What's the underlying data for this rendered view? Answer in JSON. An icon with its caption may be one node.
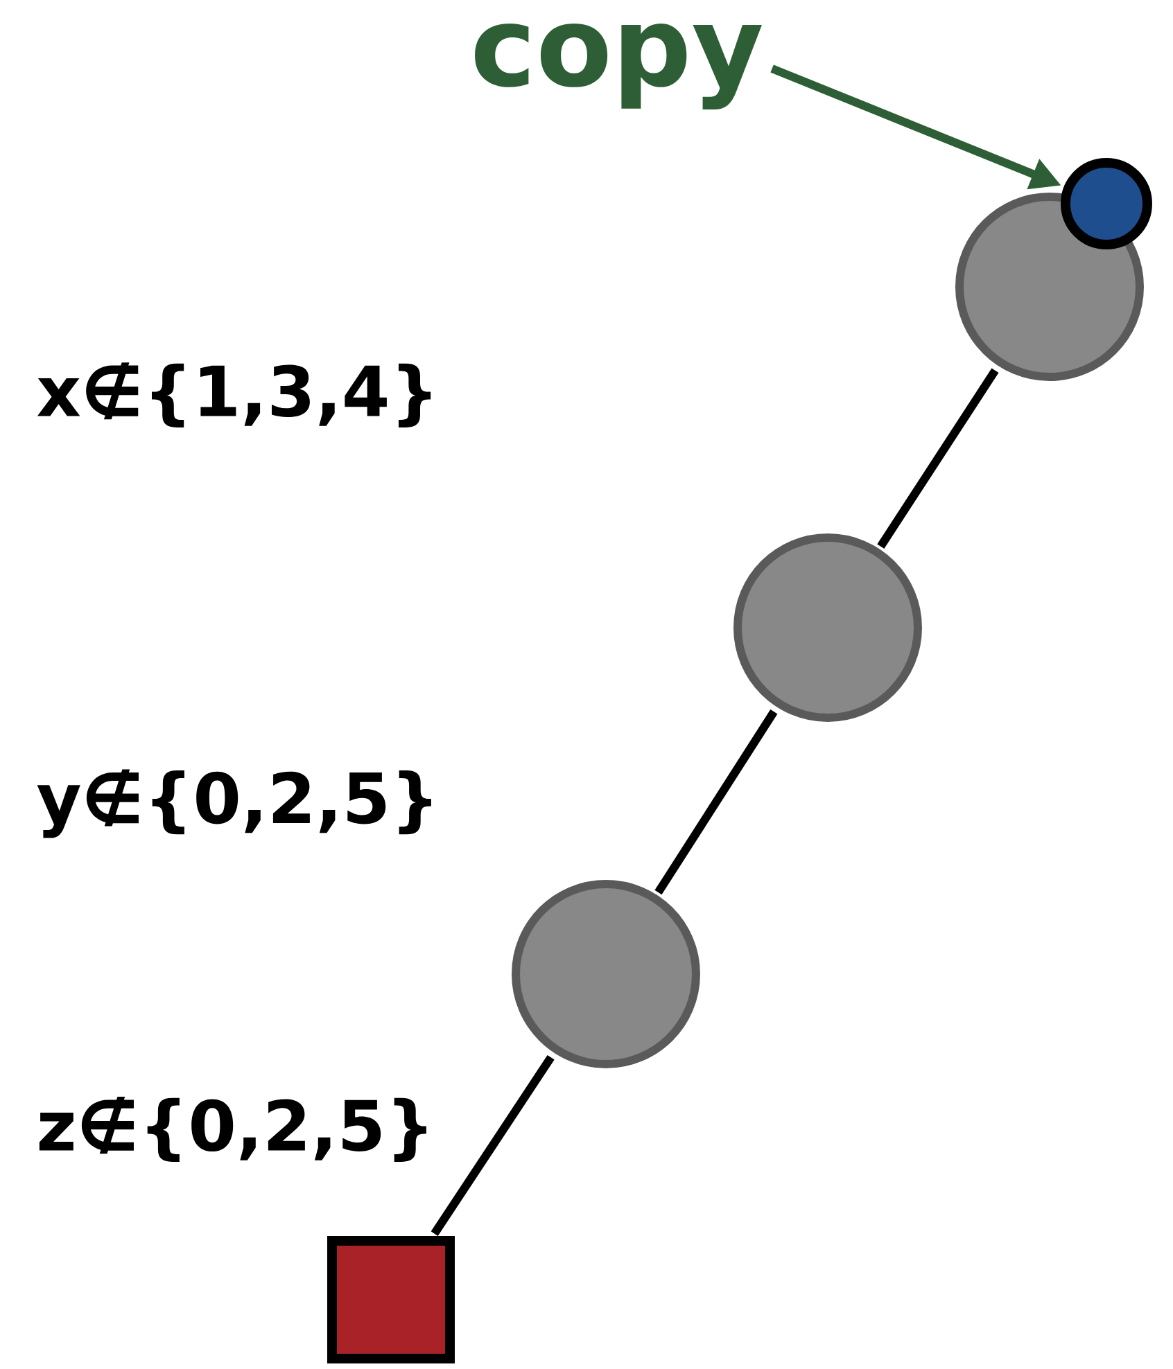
{
  "diagram": {
    "nodes": [
      {
        "text": [
          "copy"
        ]
      },
      {
        "text": [],
        "shape": "circle"
      },
      {
        "text": [],
        "shape": "circle"
      },
      {
        "text": [],
        "shape": "circle"
      },
      {
        "text": [],
        "shape": "circle"
      },
      {
        "text": [],
        "shape": "box"
      }
    ],
    "edges": [
      {
        "from": 0,
        "to": 1,
        "arrow": "to",
        "color": "#2e5e35"
      },
      {
        "from": 2,
        "to": 3,
        "arrow": "none"
      },
      {
        "from": 3,
        "to": 4,
        "arrow": "none"
      },
      {
        "from": 4,
        "to": 5,
        "arrow": "none"
      }
    ],
    "labels": [
      "x∉{1,3,4}",
      "y∉{0,2,5}",
      "z∉{0,2,5}"
    ]
  }
}
